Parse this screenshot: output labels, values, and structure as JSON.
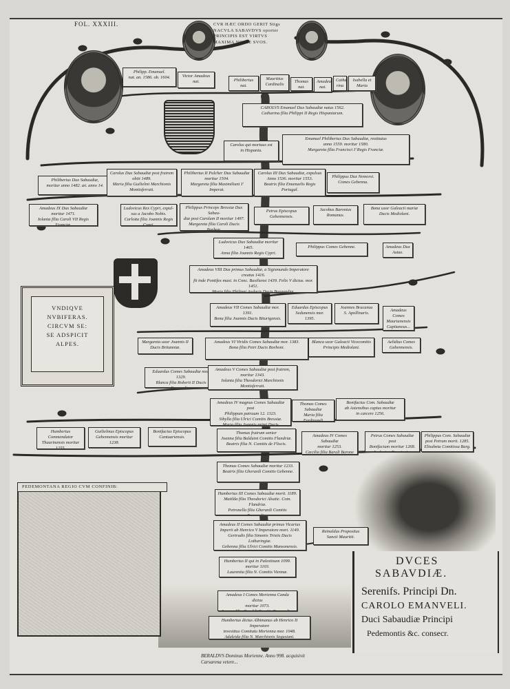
{
  "header": {
    "folio": "FOL. XXXIII.",
    "motto": "CVR HÆC ORDO GERIT Stigs\nNACVLA SABAVDVS oporter\nPRINCIPIS EST VIRTVS\nMAXIMA NOSSE SVOS."
  },
  "cartouche": {
    "text": "VNDIQVE\nNVBIFERAS.\nCIRCVM SE:\nSE ADSPICIT\nALPES."
  },
  "map": {
    "title": "PEDEMONTANA REGIO CVM CONFINIB:"
  },
  "dedication": {
    "line1": "DVCES",
    "line2": "SABAVDIÆ.",
    "line3": "Serenifs. Principi Dn.",
    "line4": "CAROLO EMANVELI.",
    "line5": "Duci Sabaudiæ Principi",
    "line6": "Pedemontis &c. consecr."
  },
  "imprint": "BERALDVS Dominus Morienne. Anno 998. acquisivit\nCarsarena vetere...",
  "colors": {
    "paper": "#e3e1db",
    "ink": "#1e1d1b"
  },
  "boxes": [
    {
      "t": "Philipp. Emanuel.\nnat. an. 1586. ob. 1604."
    },
    {
      "t": "Victor Amadeus\nnat."
    },
    {
      "t": "Philibertus\nnat."
    },
    {
      "t": "Mauritius\nCardinalis"
    },
    {
      "t": "Thomas\nnat."
    },
    {
      "t": "Amadeus\nnat."
    },
    {
      "t": "Catha-\nrina"
    },
    {
      "t": "Isabella et\nMaria"
    },
    {
      "t": "CAROLVS Emanuel Dux Sabaudiæ natus 1562.\nCatharina filia Philippi II Regis Hispaniarum."
    },
    {
      "t": "Carolus qui mortuus est\nin Hispania."
    },
    {
      "t": "Emanuel Philibertus Dux Sabaudiæ, restitutus\nanno 1559. moritur 1580.\nMargareta filia Francisci Iⁱ Regis Franciæ."
    },
    {
      "t": "Philibertus Dux Sabaudiæ,\nmoritur anno 1482. æt. anno 14."
    },
    {
      "t": "Carolus Dux Sabaudiæ post fratrem\nobiit 1489.\nMaria filia Guilielmi Marchionis Montisferrati."
    },
    {
      "t": "Philibertus II Pulcher Dux Sabaudiæ\nmoritur 1504.\nMargareta filia Maximiliani Iⁱ Imperat."
    },
    {
      "t": "Carolus III Dux Sabaudiæ, expulsus\nAnno 1536. moritur 1553.\nBeatrix filia Emanuelis Regis Portugal."
    },
    {
      "t": "Philippus Dux Nemorsi.\nComes Gebenna."
    },
    {
      "t": "Amadeus IX Dux Sabaudiæ\nmoritur 1471.\nIolanta filia Caroli VII Regis Franciæ."
    },
    {
      "t": "Ludovicus Rex Cypri, expul-\nsus a Jacobo Nobis.\nCarlotta filia Joannis Regis Cypri."
    },
    {
      "t": "Philippus Princeps Bressiæ Dux Sabau-\ndiæ post Carolum II moritur 1497.\nMargareta filia Caroli Ducis Borbon.\nClaudia filia Joannis Brossæ Comitis."
    },
    {
      "t": "Petrus Episcopus Gebennensis."
    },
    {
      "t": "Jacobus Baronius\nRomanus."
    },
    {
      "t": "Bona uxor Galeacii mariæ\nDucis Mediolani."
    },
    {
      "t": "Ludovicus Dux Sabaudiæ moritur 1465.\nAnna filia Joannis Regis Cypri."
    },
    {
      "t": "Philippus Comes Gebenne."
    },
    {
      "t": "Amadeus Dux\nAstae."
    },
    {
      "t": "Amadeus VIII Dux primus Sabaudiæ, a Sigismundo Imperatore creatus 1416.\nfit inde Pontifex maxi. in Conc. Basiliensi 1439. Felix V dictus. mor. 1451.\nMaria filia Philippi Audacis Ducis Burgundiæ."
    },
    {
      "t": "Amadeus VII Comes Sabaudiæ mor. 1391.\nBona filia Joannis Ducis Biturigensis."
    },
    {
      "t": "Eduardus Episcopus\nSedunensis mor. 1395."
    },
    {
      "t": "Joannes Bracanus\nS. Apollinaris."
    },
    {
      "t": "Amadeus Comes\nMaurianensis\nCapitaneus..."
    },
    {
      "t": "Margareta uxor Joannis II\nDucis Britanniæ."
    },
    {
      "t": "Amadeus VI Viridis Comes Sabaudiæ mor. 1383.\nBona filia Petri Ducis Borboni."
    },
    {
      "t": "Blanca uxor Galeacii Vicecomitis\nPrincipis Mediolani."
    },
    {
      "t": "Aelidius Comes\nGebennensis."
    },
    {
      "t": "Eduardus Comes Sabaudiæ mor. 1329.\nBlanca filia Roberti II Ducis Burgundiæ."
    },
    {
      "t": "Amadeus V Comes Sabaudiæ post fratrem,\nmoritur 1343.\nIolanta filia Theodorici Marchionis Montisferrati."
    },
    {
      "t": "Amadeus IV magnus Comes Sabaudiæ post\nPhilippum patruum 12. 1323.\nSibylla filia Ulrici Comitis Bressiæ.\nMaria filia Joannis primi Ducis Brabantiæ."
    },
    {
      "t": "Thomas Comes Sabaudiæ\nMaria filia Ferdinandi\nInfantis Comitis Flandriæ."
    },
    {
      "t": "Bonifacius Com. Sabaudiæ\nab Astensibus captus moritur\nin carcere 1256."
    },
    {
      "t": "Humbertus Commendator\nThaurinensis moritur\n1255."
    },
    {
      "t": "Guilielmus Episcopus Gebennensis moritur 1238."
    },
    {
      "t": "Bonifacius Episcopus\nCantuariensis."
    },
    {
      "t": "Thomas fratrum senior\nJoanna filia Balduini Comitis Flandriæ.\nBeatrix filia N. Comitis de Fliscis."
    },
    {
      "t": "Amadeus IV Comes Sabaudiæ\nmoritur 1253.\nCæcilia filia Barali Barone Com.\nS. Eudis."
    },
    {
      "t": "Petrus Comes Sabaudiæ post\nBonifacium moritur 1268.\nLodovica Foucinnia."
    },
    {
      "t": "Philippus Com. Sabaudiæ\npost Petrum morit. 1285.\nElisabeta Comitissa Burg."
    },
    {
      "t": "Thomas Comes Sabaudiæ moritur 1233.\nBeatrix filia Gherardi Comitis Gebenne."
    },
    {
      "t": "Humbertus III Comes Sabaudiæ morit. 1189.\nMatilda filia Theodorici Alsatic. Com. Flandriæ.\nPetronella filia Gherardi Comitis Burgundiæ."
    },
    {
      "t": "Amadeus II Comes Sabaudiæ primus Vicarius\nImperii ab Henrico V Imperatore mort. 1149.\nGertrudis filia Simonis Tristis Ducis Lotharingiæ.\nGebenna filia Ulrici Comitis Mansonensis."
    },
    {
      "t": "Reinaldus Propositus\nSancti Mauritii."
    },
    {
      "t": "Humbertus II qui in Palestinam 1099.\nmoritur 1103.\nLaurentia filia N. Comitis Viennæ."
    },
    {
      "t": "Amadeus I Comes Morienna Canda dictus\nmoritur 1073.\nJoanna filia Geroldi Comitis Burgundiæ."
    },
    {
      "t": "Humbertus dictus Albimanus ab Henrico II Imperatore\ninvestitus Comitatu Morienna mor. 1048.\nAdaleida filia N. Marchionis Segusiani."
    }
  ]
}
